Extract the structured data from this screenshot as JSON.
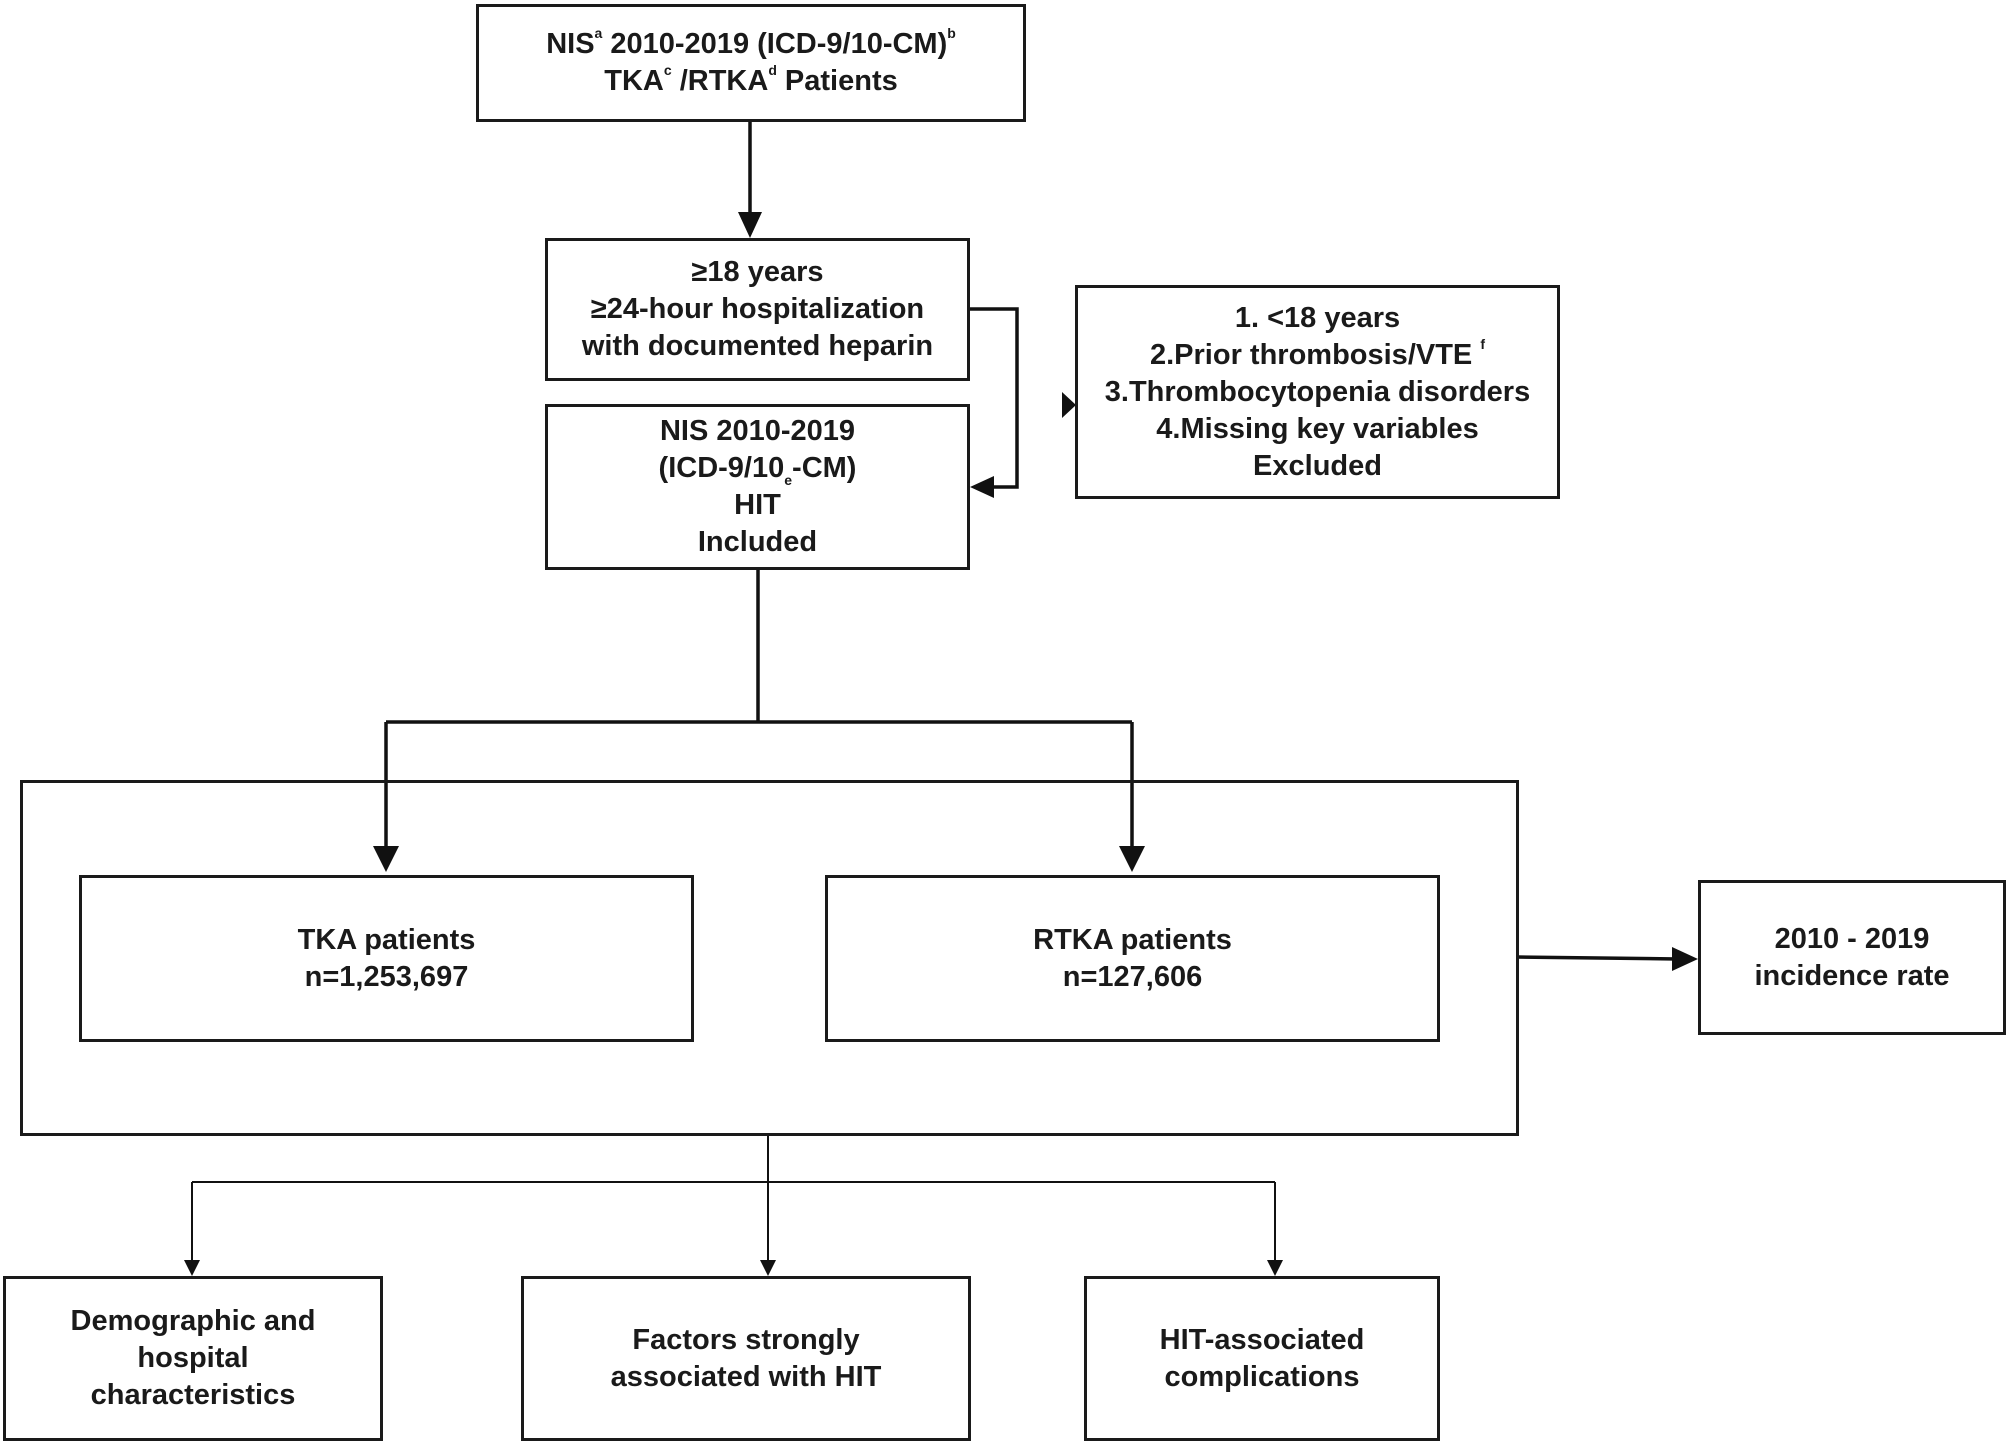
{
  "source_box": {
    "line1_a": "NIS",
    "sup_a": "a",
    "line1_b": " 2010-2019 (ICD-9/10-CM)",
    "sup_b": "b",
    "line2_a": "TKA",
    "sup_c": "c",
    "line2_b": " /RTKA",
    "sup_d": "d",
    "line2_c": " Patients"
  },
  "criteria_box": {
    "lines": [
      "≥18 years",
      "≥24-hour hospitalization",
      "with documented heparin"
    ]
  },
  "included_box": {
    "line1": "NIS 2010-2019",
    "line2_a": "(ICD-9/10",
    "sub_e": "e",
    "line2_b": "-CM)",
    "line3": "HIT",
    "line4": "Included"
  },
  "excluded_box": {
    "line1": "1. <18 years",
    "line2_a": "2.Prior thrombosis/VTE",
    "sup_f": "f",
    "line3": "3.Thrombocytopenia disorders",
    "line4": "4.Missing key variables",
    "line5": "Excluded"
  },
  "tka_box": {
    "label": "TKA patients",
    "count": "n=1,253,697"
  },
  "rtka_box": {
    "label": "RTKA patients",
    "count": "n=127,606"
  },
  "incidence_box": {
    "line1": "2010 - 2019",
    "line2": "incidence rate"
  },
  "outcome_boxes": [
    {
      "lines": [
        "Demographic and",
        "hospital",
        "characteristics"
      ]
    },
    {
      "lines": [
        "Factors strongly",
        "associated with HIT"
      ]
    },
    {
      "lines": [
        "HIT-associated",
        "complications"
      ]
    }
  ]
}
